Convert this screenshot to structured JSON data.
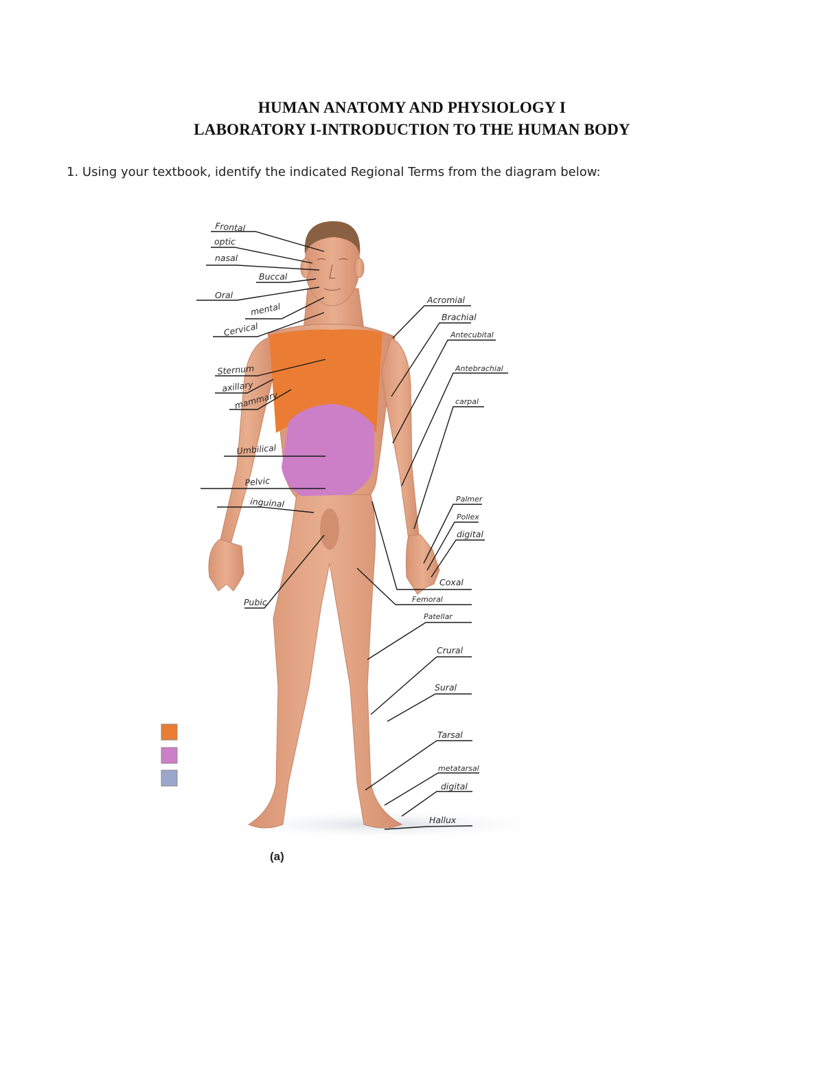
{
  "header": {
    "title_line1": "HUMAN ANATOMY AND PHYSIOLOGY I",
    "title_line2": "LABORATORY I-INTRODUCTION TO THE HUMAN BODY"
  },
  "question": {
    "text": "1. Using your textbook, identify the indicated Regional Terms from the diagram below:"
  },
  "figure": {
    "sublabel": "(a)",
    "labels_left": [
      "Frontal",
      "optic",
      "nasal",
      "Buccal",
      "Oral",
      "mental",
      "Cervical",
      "Sternum",
      "axillary",
      "mammary",
      "Umbilical",
      "Pelvic",
      "inguinal",
      "Pubic"
    ],
    "labels_right": [
      "Acromial",
      "Brachial",
      "Antecubital",
      "Antebrachial",
      "carpal",
      "Palmer",
      "Pollex",
      "digital",
      "Coxal",
      "Femoral",
      "Patellar",
      "Crural",
      "Sural",
      "Tarsal",
      "metatarsal",
      "digital",
      "Hallux"
    ],
    "legend_colors": [
      "#ea7d33",
      "#cc7fc7",
      "#9aa6cc"
    ],
    "colors": {
      "thorax_region": "#ea7d33",
      "abdomen_region": "#cc7fc7",
      "skin": "#e3a583",
      "hair": "#8a6042"
    }
  }
}
